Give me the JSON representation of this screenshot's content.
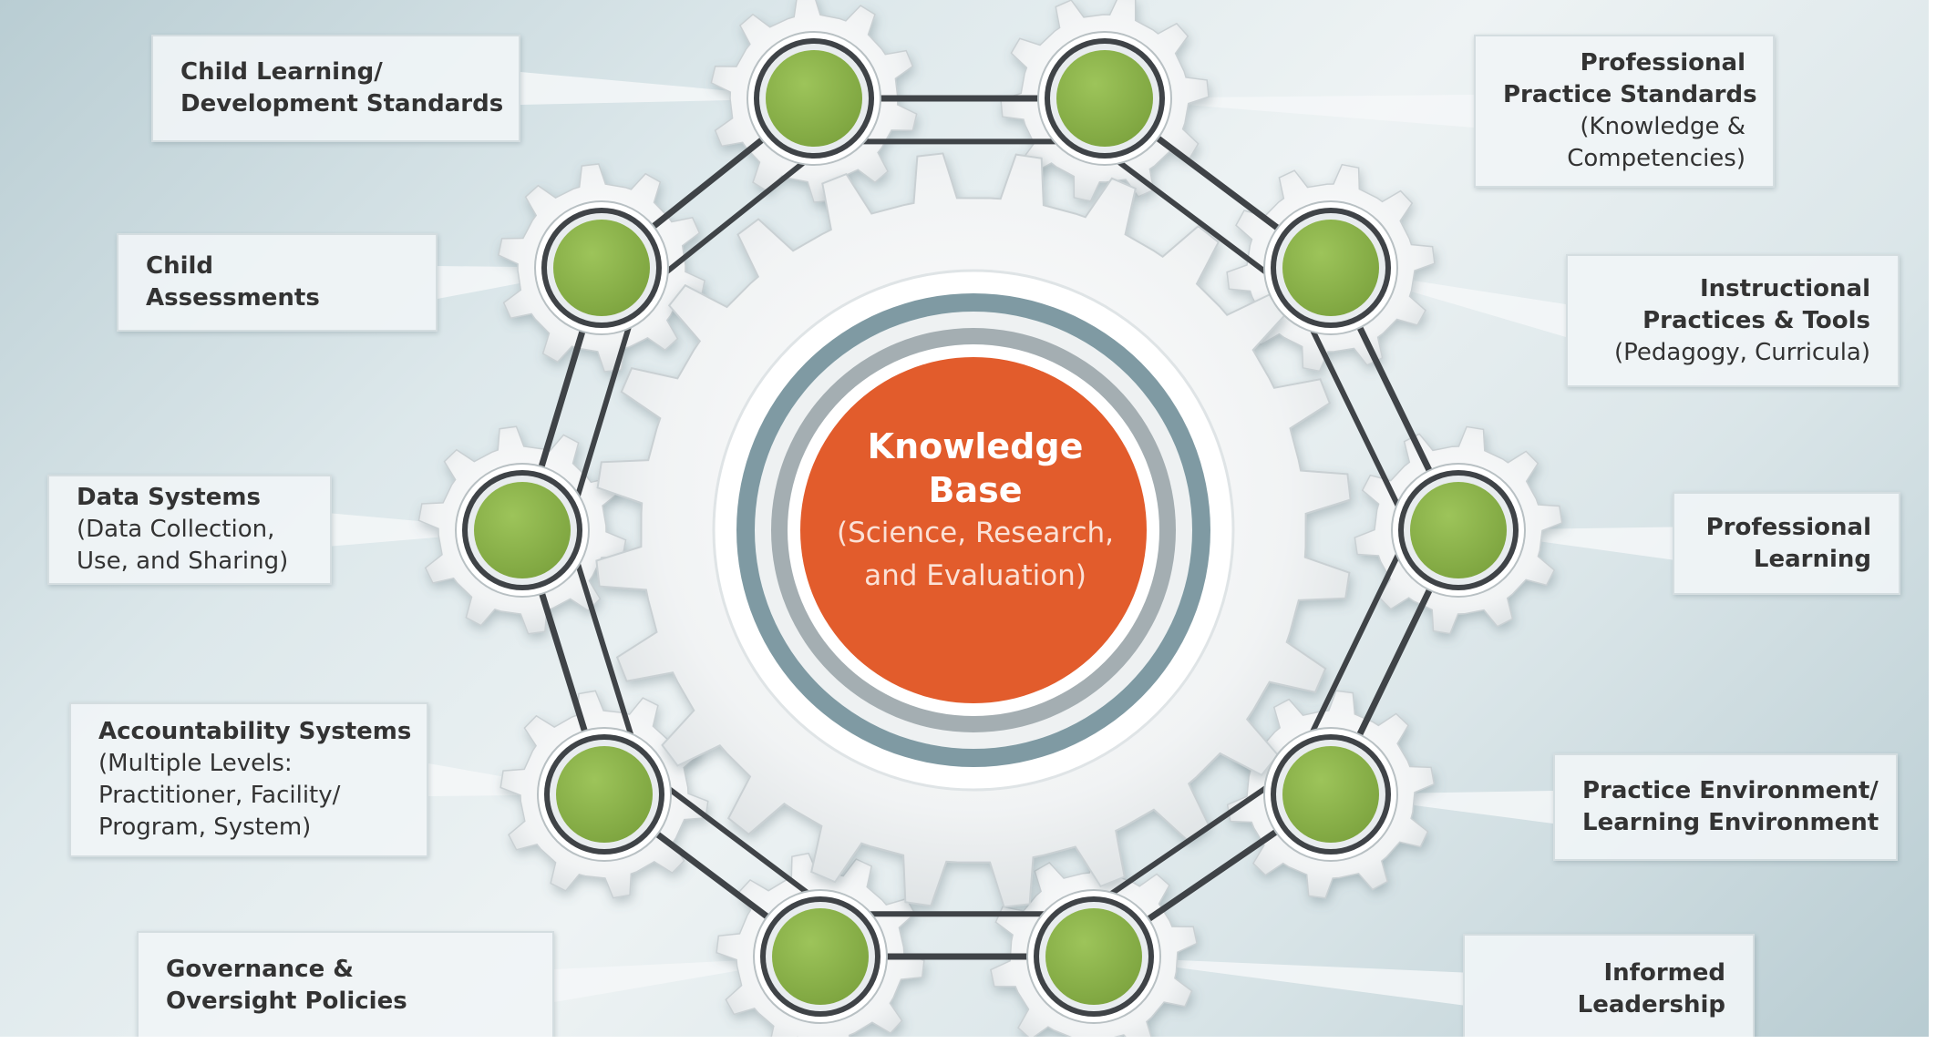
{
  "center": {
    "title_lines": [
      "Knowledge",
      "Base"
    ],
    "subtitle_lines": [
      "(Science, Research,",
      "and Evaluation)"
    ],
    "fill_color": "#e25c2c"
  },
  "node_color": "#8db54b",
  "link_color": "#3f4347",
  "nodes": [
    {
      "title_lines": [
        "Child Learning/",
        "Development Standards"
      ],
      "subtitle_lines": []
    },
    {
      "title_lines": [
        "Professional",
        "Practice Standards"
      ],
      "subtitle_lines": [
        "(Knowledge &",
        "Competencies)"
      ]
    },
    {
      "title_lines": [
        "Child",
        "Assessments"
      ],
      "subtitle_lines": []
    },
    {
      "title_lines": [
        "Instructional",
        "Practices & Tools"
      ],
      "subtitle_lines": [
        "(Pedagogy, Curricula)"
      ]
    },
    {
      "title_lines": [
        "Data  Systems"
      ],
      "subtitle_lines": [
        "(Data Collection,",
        "Use, and Sharing)"
      ]
    },
    {
      "title_lines": [
        "Professional",
        "Learning"
      ],
      "subtitle_lines": []
    },
    {
      "title_lines": [
        "Accountability Systems"
      ],
      "subtitle_lines": [
        "(Multiple Levels:",
        "Practitioner, Facility/",
        "Program, System)"
      ]
    },
    {
      "title_lines": [
        "Practice Environment/",
        "Learning Environment"
      ],
      "subtitle_lines": []
    },
    {
      "title_lines": [
        "Governance &",
        "Oversight Policies"
      ],
      "subtitle_lines": []
    },
    {
      "title_lines": [
        "Informed",
        "Leadership"
      ],
      "subtitle_lines": []
    }
  ]
}
